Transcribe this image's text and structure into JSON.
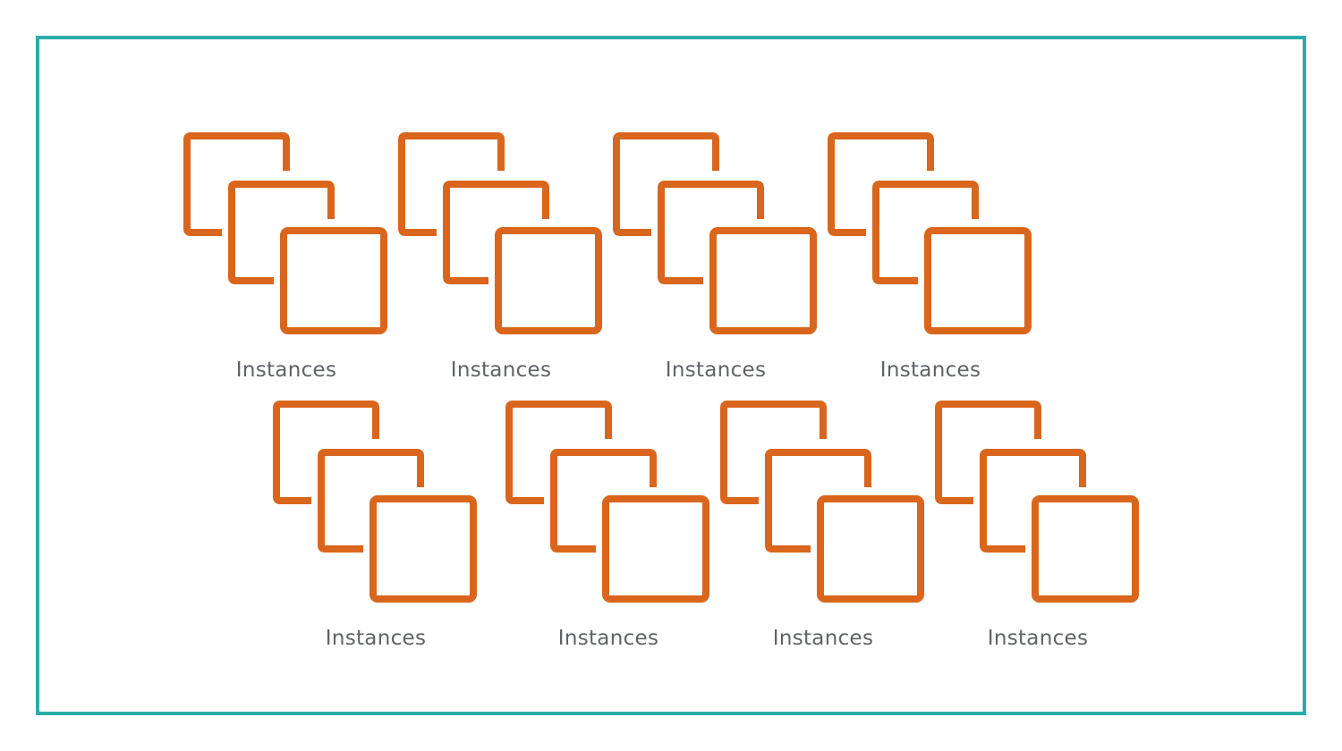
{
  "colors": {
    "frame_border": "#2bada8",
    "icon_stroke": "#d9661c",
    "label_text": "#5f6368"
  },
  "diagram": {
    "icon": "ec2-instances-icon",
    "rows": [
      {
        "items": [
          {
            "label": "Instances"
          },
          {
            "label": "Instances"
          },
          {
            "label": "Instances"
          },
          {
            "label": "Instances"
          }
        ]
      },
      {
        "items": [
          {
            "label": "Instances"
          },
          {
            "label": "Instances"
          },
          {
            "label": "Instances"
          },
          {
            "label": "Instances"
          }
        ]
      }
    ]
  }
}
